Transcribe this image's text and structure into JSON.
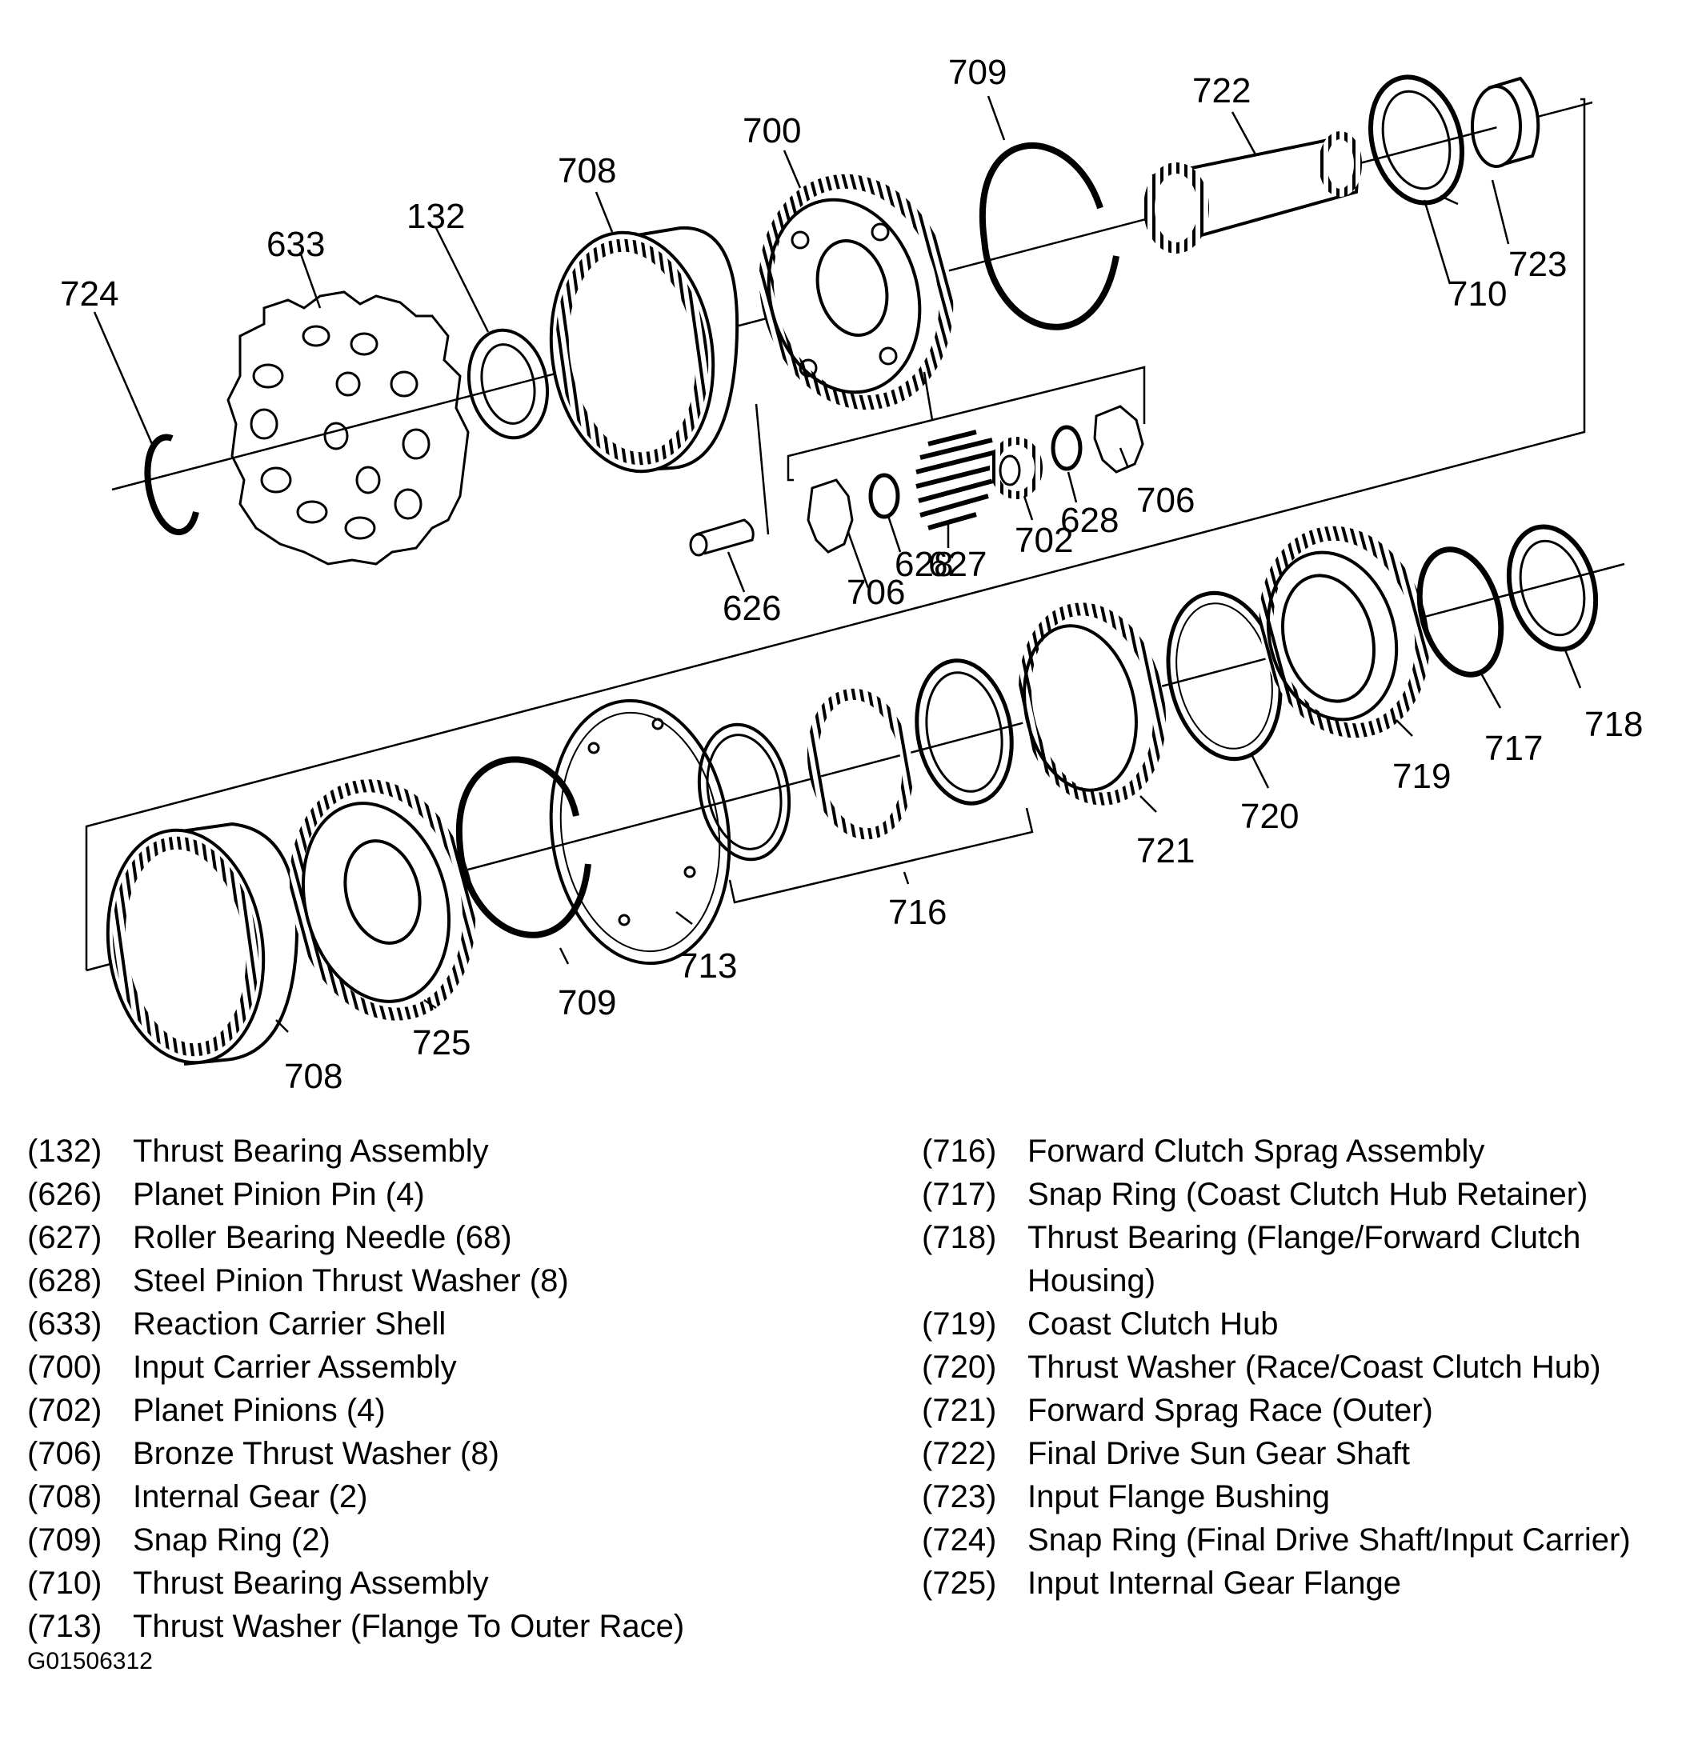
{
  "callouts": {
    "c709_top": "709",
    "c722": "722",
    "c700": "700",
    "c708_top": "708",
    "c132": "132",
    "c633": "633",
    "c724": "724",
    "c710": "710",
    "c723": "723",
    "c706_right": "706",
    "c628_right": "628",
    "c702": "702",
    "c627": "627",
    "c628_left": "628",
    "c706_left": "706",
    "c626": "626",
    "c718": "718",
    "c717": "717",
    "c719": "719",
    "c720": "720",
    "c721": "721",
    "c716": "716",
    "c713": "713",
    "c709_bottom": "709",
    "c725": "725",
    "c708_bottom": "708"
  },
  "legend": {
    "left": [
      {
        "num": "(132)",
        "desc": "Thrust Bearing Assembly"
      },
      {
        "num": "(626)",
        "desc": "Planet Pinion Pin (4)"
      },
      {
        "num": "(627)",
        "desc": "Roller Bearing Needle (68)"
      },
      {
        "num": "(628)",
        "desc": "Steel Pinion Thrust Washer (8)"
      },
      {
        "num": "(633)",
        "desc": "Reaction Carrier Shell"
      },
      {
        "num": "(700)",
        "desc": "Input Carrier Assembly"
      },
      {
        "num": "(702)",
        "desc": "Planet Pinions (4)"
      },
      {
        "num": "(706)",
        "desc": "Bronze Thrust Washer (8)"
      },
      {
        "num": "(708)",
        "desc": "Internal Gear (2)"
      },
      {
        "num": "(709)",
        "desc": "Snap Ring (2)"
      },
      {
        "num": "(710)",
        "desc": "Thrust Bearing Assembly"
      },
      {
        "num": "(713)",
        "desc": "Thrust Washer (Flange To Outer Race)"
      }
    ],
    "right": [
      {
        "num": "(716)",
        "desc": "Forward Clutch Sprag Assembly"
      },
      {
        "num": "(717)",
        "desc": "Snap Ring (Coast Clutch Hub Retainer)"
      },
      {
        "num": "(718)",
        "desc": "Thrust Bearing (Flange/Forward Clutch Housing)"
      },
      {
        "num": "(719)",
        "desc": "Coast Clutch Hub"
      },
      {
        "num": "(720)",
        "desc": "Thrust Washer (Race/Coast Clutch Hub)"
      },
      {
        "num": "(721)",
        "desc": "Forward Sprag Race (Outer)"
      },
      {
        "num": "(722)",
        "desc": "Final Drive Sun Gear Shaft"
      },
      {
        "num": "(723)",
        "desc": "Input Flange Bushing"
      },
      {
        "num": "(724)",
        "desc": "Snap Ring (Final Drive Shaft/Input Carrier)"
      },
      {
        "num": "(725)",
        "desc": "Input Internal Gear Flange"
      }
    ]
  },
  "figure_code": "G01506312"
}
